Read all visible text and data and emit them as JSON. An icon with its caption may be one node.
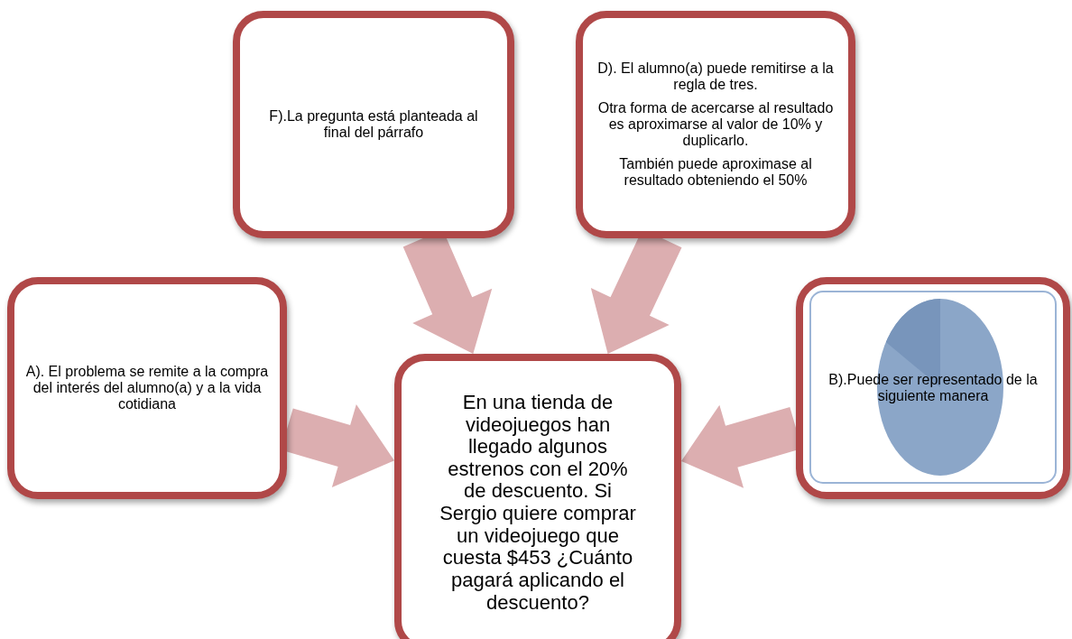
{
  "diagram": {
    "nodes": [
      {
        "text": [
          "En una tienda de videojuegos han llegado algunos estrenos con el 20% de descuento. Si Sergio quiere comprar un videojuego que cuesta $453 ¿Cuánto pagará aplicando el descuento?"
        ]
      },
      {
        "text": [
          "F).La pregunta está planteada al final del párrafo"
        ]
      },
      {
        "text": [
          "D). El alumno(a) puede remitirse a la regla de tres.",
          "Otra forma de acercarse al resultado es aproximarse al valor de 10% y duplicarlo.",
          "También puede aproximase al resultado obteniendo el 50%"
        ]
      },
      {
        "text": [
          "A). El problema se remite a la compra del interés del alumno(a) y a la vida cotidiana"
        ]
      },
      {
        "text": [
          "B).Puede ser representado de la siguiente manera"
        ]
      }
    ],
    "edges": [
      {
        "from": 1,
        "to": 0,
        "arrow": "to"
      },
      {
        "from": 2,
        "to": 0,
        "arrow": "to"
      },
      {
        "from": 3,
        "to": 0,
        "arrow": "to"
      },
      {
        "from": 4,
        "to": 0,
        "arrow": "to"
      }
    ]
  }
}
